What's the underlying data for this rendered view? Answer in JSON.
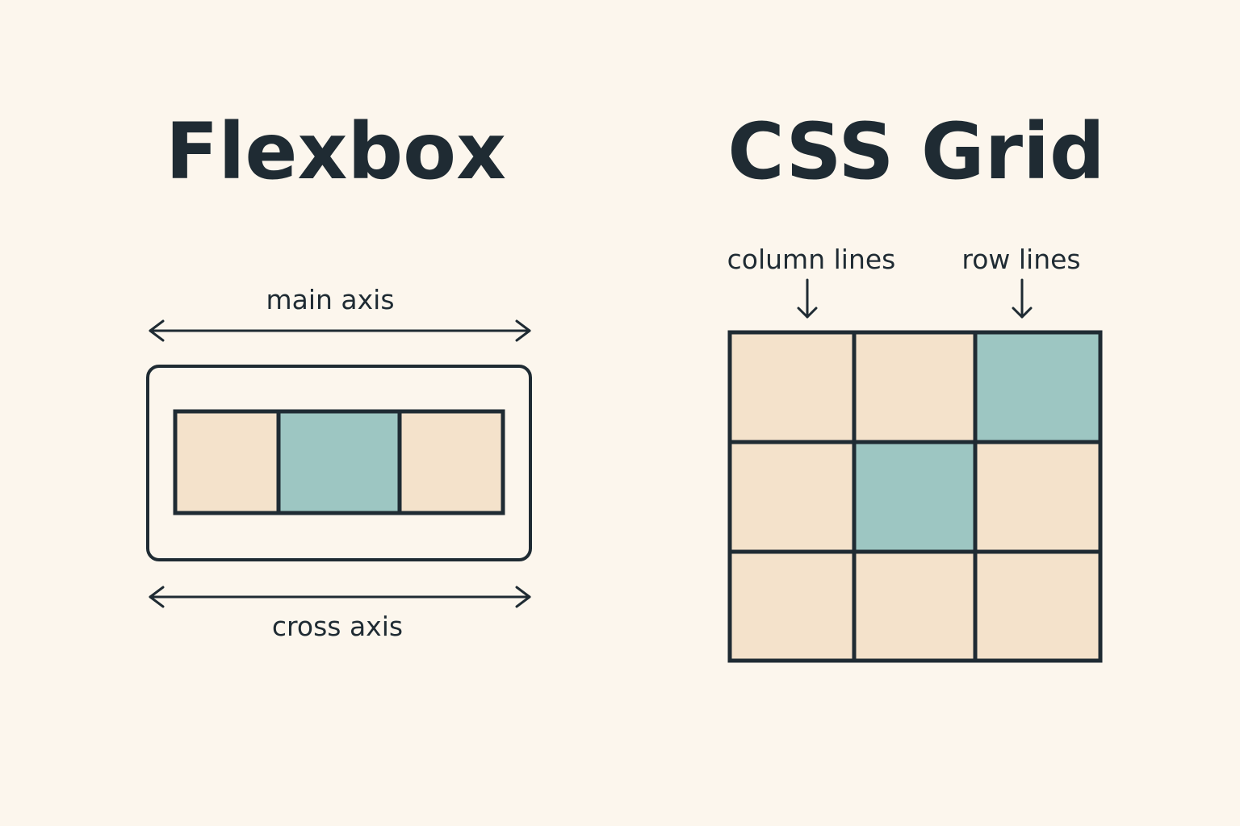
{
  "colors": {
    "background": "#fcf6ed",
    "ink": "#1f2b33",
    "cell_beige": "#f4e2cb",
    "cell_teal": "#9dc6c2"
  },
  "flexbox": {
    "title": "Flexbox",
    "main_axis_label": "main axis",
    "cross_axis_label": "cross axis",
    "items": [
      "beige",
      "teal",
      "beige"
    ]
  },
  "grid": {
    "title": "CSS Grid",
    "column_lines_label": "column lines",
    "row_lines_label": "row lines",
    "cells": [
      [
        "beige",
        "beige",
        "teal"
      ],
      [
        "beige",
        "teal",
        "beige"
      ],
      [
        "beige",
        "beige",
        "beige"
      ]
    ]
  }
}
